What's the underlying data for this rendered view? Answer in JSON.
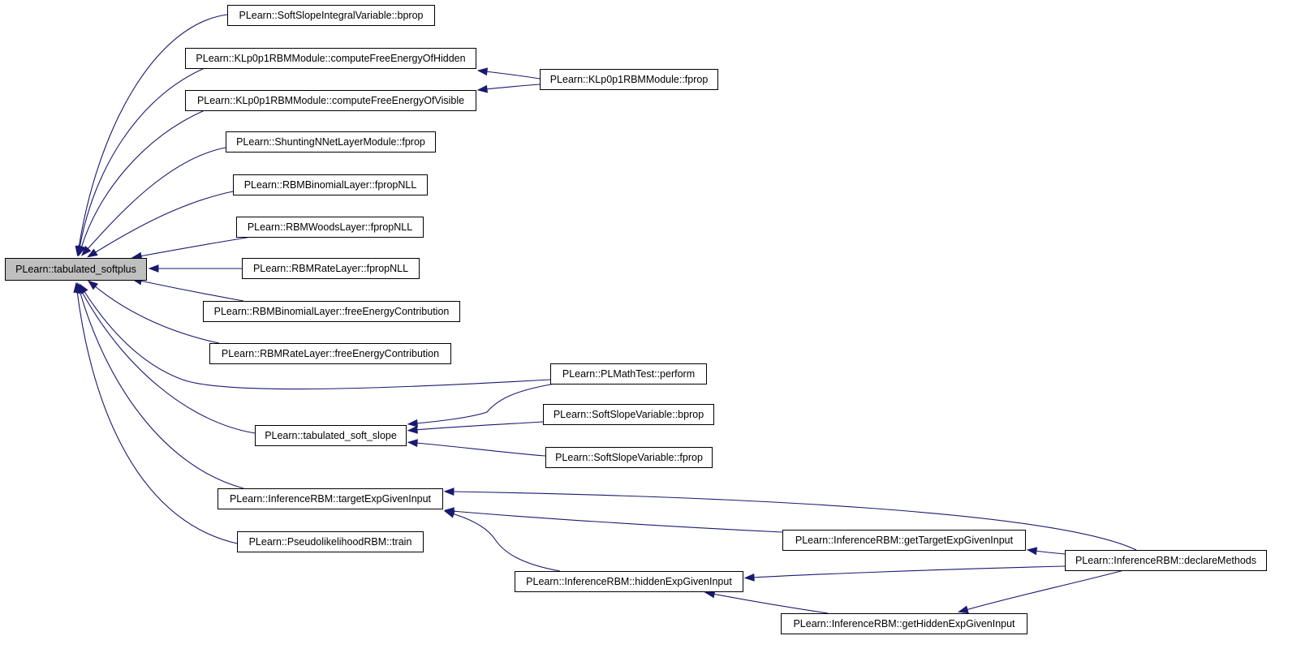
{
  "diagram": {
    "type": "call-graph",
    "colors": {
      "edge": "#191970",
      "node_fill": "#ffffff",
      "root_fill": "#bfbfbf",
      "node_border": "#000000"
    },
    "nodes": [
      {
        "id": "root",
        "label": "PLearn::tabulated_softplus",
        "root": true
      },
      {
        "id": "n1",
        "label": "PLearn::SoftSlopeIntegralVariable::bprop"
      },
      {
        "id": "n2",
        "label": "PLearn::KLp0p1RBMModule::computeFreeEnergyOfHidden"
      },
      {
        "id": "n3",
        "label": "PLearn::KLp0p1RBMModule::fprop"
      },
      {
        "id": "n4",
        "label": "PLearn::KLp0p1RBMModule::computeFreeEnergyOfVisible"
      },
      {
        "id": "n5",
        "label": "PLearn::ShuntingNNetLayerModule::fprop"
      },
      {
        "id": "n6",
        "label": "PLearn::RBMBinomialLayer::fpropNLL"
      },
      {
        "id": "n7",
        "label": "PLearn::RBMWoodsLayer::fpropNLL"
      },
      {
        "id": "n8",
        "label": "PLearn::RBMRateLayer::fpropNLL"
      },
      {
        "id": "n9",
        "label": "PLearn::RBMBinomialLayer::freeEnergyContribution"
      },
      {
        "id": "n10",
        "label": "PLearn::RBMRateLayer::freeEnergyContribution"
      },
      {
        "id": "n11",
        "label": "PLearn::PLMathTest::perform"
      },
      {
        "id": "n12",
        "label": "PLearn::tabulated_soft_slope"
      },
      {
        "id": "n13",
        "label": "PLearn::SoftSlopeVariable::bprop"
      },
      {
        "id": "n14",
        "label": "PLearn::SoftSlopeVariable::fprop"
      },
      {
        "id": "n15",
        "label": "PLearn::InferenceRBM::targetExpGivenInput"
      },
      {
        "id": "n16",
        "label": "PLearn::PseudolikelihoodRBM::train"
      },
      {
        "id": "n17",
        "label": "PLearn::InferenceRBM::getTargetExpGivenInput"
      },
      {
        "id": "n18",
        "label": "PLearn::InferenceRBM::declareMethods"
      },
      {
        "id": "n19",
        "label": "PLearn::InferenceRBM::hiddenExpGivenInput"
      },
      {
        "id": "n20",
        "label": "PLearn::InferenceRBM::getHiddenExpGivenInput"
      }
    ],
    "edges": [
      {
        "from": "n1",
        "to": "root"
      },
      {
        "from": "n2",
        "to": "root"
      },
      {
        "from": "n3",
        "to": "n2"
      },
      {
        "from": "n4",
        "to": "root"
      },
      {
        "from": "n3",
        "to": "n4"
      },
      {
        "from": "n5",
        "to": "root"
      },
      {
        "from": "n6",
        "to": "root"
      },
      {
        "from": "n7",
        "to": "root"
      },
      {
        "from": "n8",
        "to": "root"
      },
      {
        "from": "n9",
        "to": "root"
      },
      {
        "from": "n10",
        "to": "root"
      },
      {
        "from": "n11",
        "to": "root"
      },
      {
        "from": "n12",
        "to": "root"
      },
      {
        "from": "n11",
        "to": "n12"
      },
      {
        "from": "n13",
        "to": "n12"
      },
      {
        "from": "n14",
        "to": "n12"
      },
      {
        "from": "n15",
        "to": "root"
      },
      {
        "from": "n16",
        "to": "root"
      },
      {
        "from": "n18",
        "to": "n15"
      },
      {
        "from": "n17",
        "to": "n15"
      },
      {
        "from": "n19",
        "to": "n15"
      },
      {
        "from": "n18",
        "to": "n17"
      },
      {
        "from": "n18",
        "to": "n19"
      },
      {
        "from": "n20",
        "to": "n19"
      },
      {
        "from": "n18",
        "to": "n20"
      }
    ]
  }
}
